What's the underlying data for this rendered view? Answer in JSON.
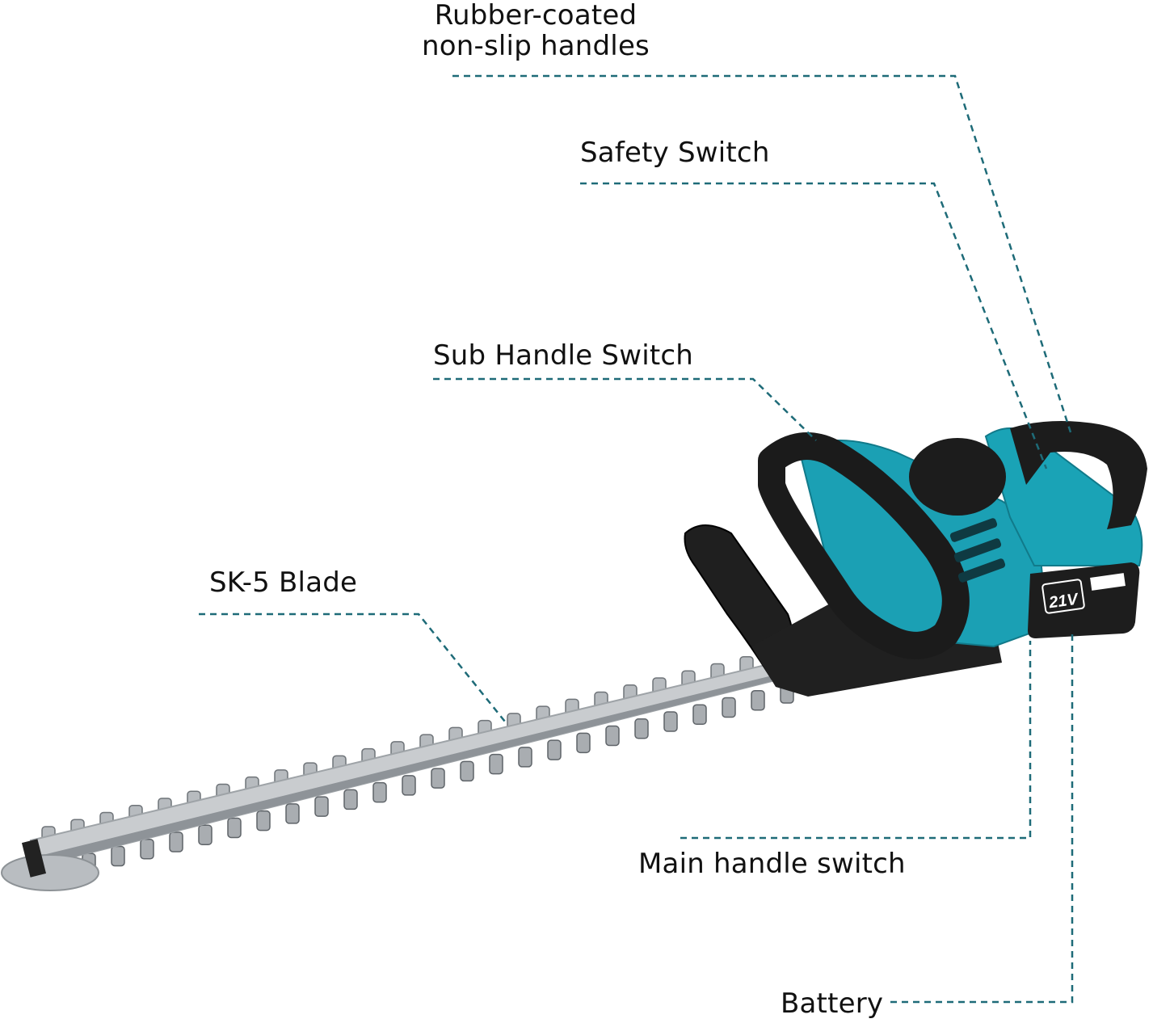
{
  "labels": {
    "rubber_line1": "Rubber-coated",
    "rubber_line2": "non-slip handles",
    "safety_switch": "Safety Switch",
    "sub_handle_switch": "Sub Handle Switch",
    "sk5_blade": "SK-5 Blade",
    "main_handle_switch": "Main handle switch",
    "battery": "Battery"
  },
  "battery_badge": "21V",
  "colors": {
    "leader_line": "#1e6b78",
    "body_teal": "#1ba0b4",
    "body_teal_dark": "#137e8f",
    "handle_black": "#1c1c1c",
    "blade_silver": "#c9cccf"
  }
}
